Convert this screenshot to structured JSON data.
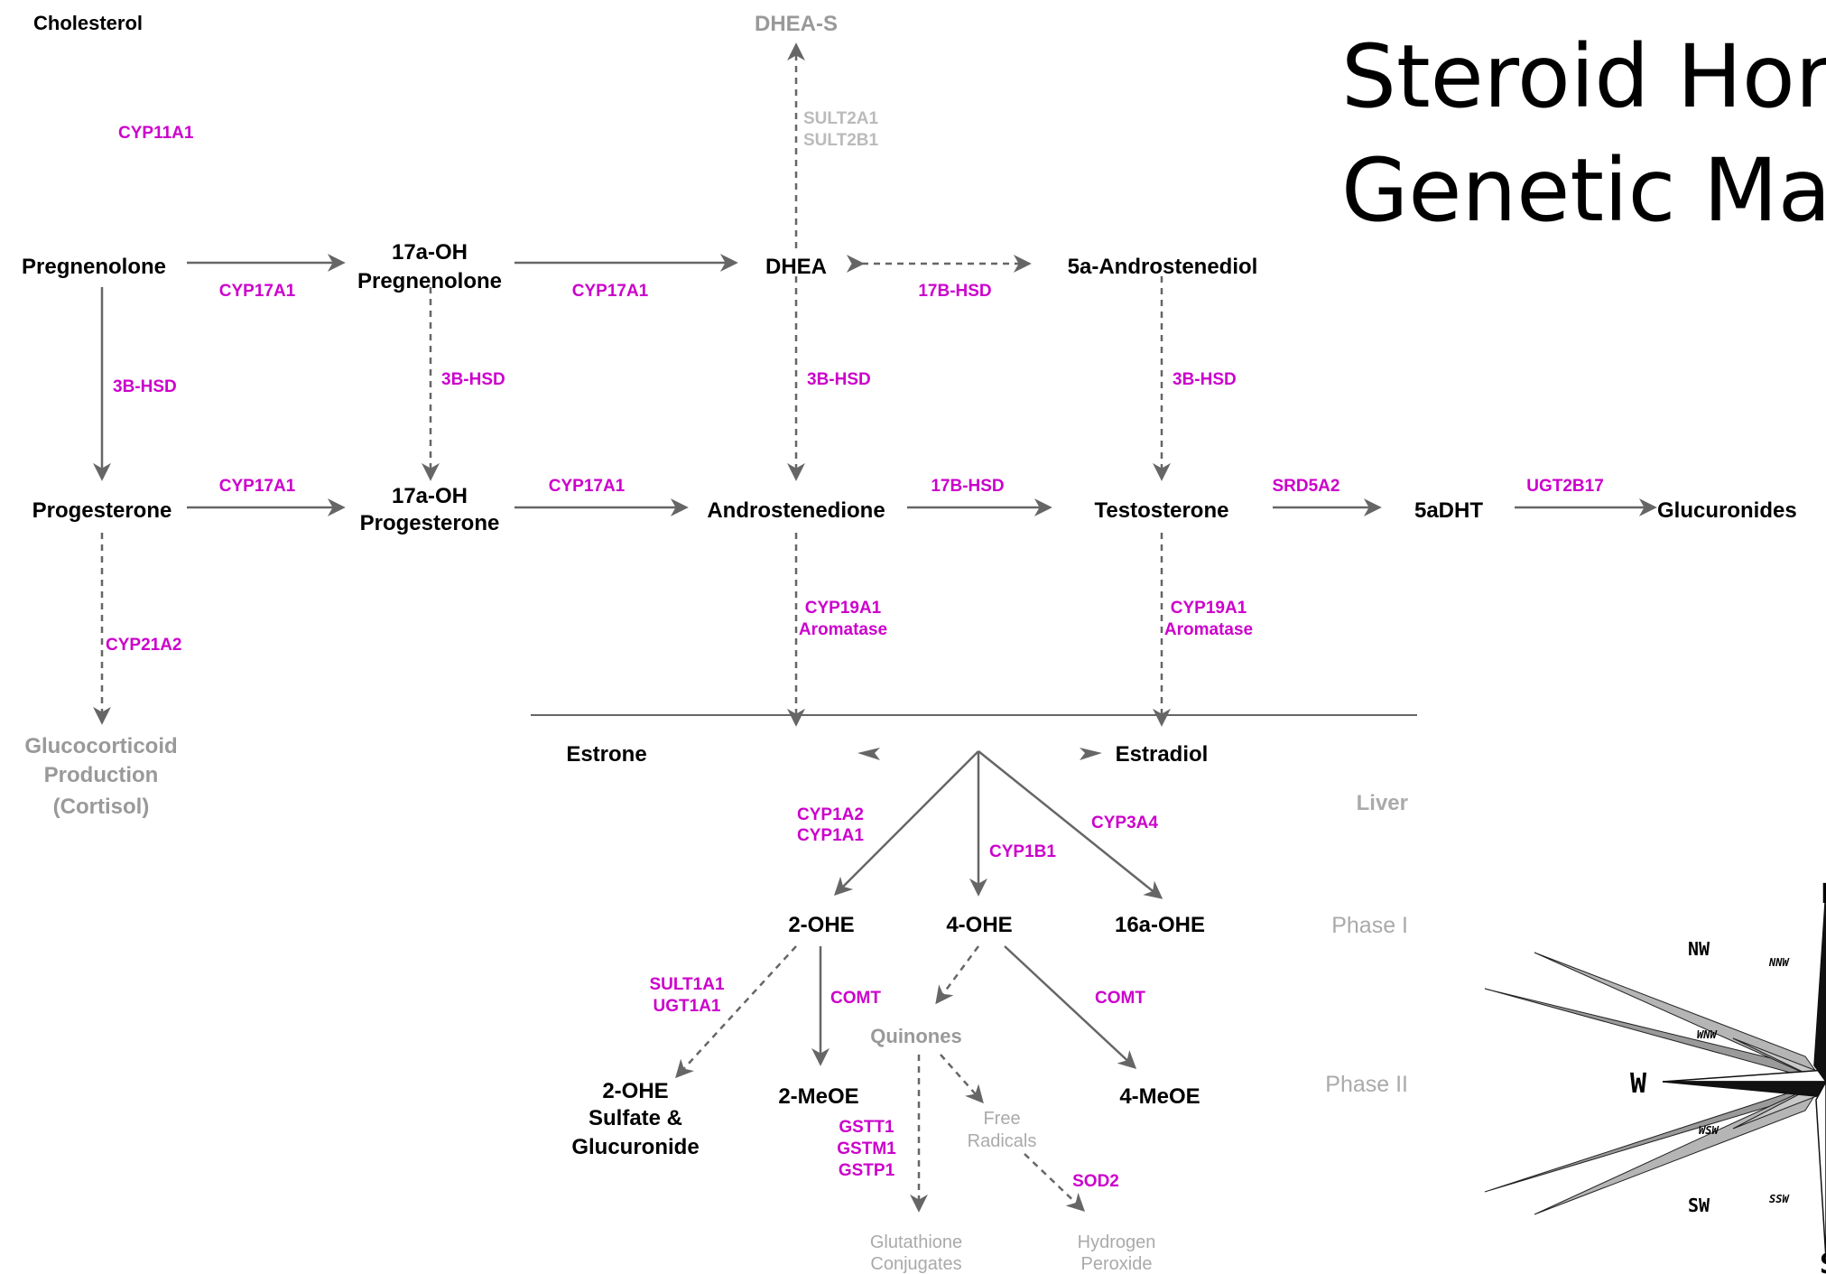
{
  "title": {
    "line1": "Steroid Horn",
    "line2": "Genetic Map"
  },
  "metabolites": {
    "cholesterol": "Cholesterol",
    "dhea_s": "DHEA-S",
    "pregnenolone": "Pregnenolone",
    "oh17_preg_l1": "17a-OH",
    "oh17_preg_l2": "Pregnenolone",
    "dhea": "DHEA",
    "androstenediol": "5a-Androstenediol",
    "progesterone": "Progesterone",
    "oh17_prog_l1": "17a-OH",
    "oh17_prog_l2": "Progesterone",
    "androstenedione": "Androstenedione",
    "testosterone": "Testosterone",
    "dht": "5aDHT",
    "glucuronides": "Glucuronides",
    "gluco_l1": "Glucocorticoid",
    "gluco_l2": "Production",
    "gluco_l3": "(Cortisol)",
    "estrone": "Estrone",
    "estradiol": "Estradiol",
    "ohe2": "2-OHE",
    "ohe4": "4-OHE",
    "ohe16": "16a-OHE",
    "ohe2_sulf_l1": "2-OHE",
    "ohe2_sulf_l2": "Sulfate &",
    "ohe2_sulf_l3": "Glucuronide",
    "meoe2": "2-MeOE",
    "meoe4": "4-MeOE",
    "quinones": "Quinones",
    "free_radicals_l1": "Free",
    "free_radicals_l2": "Radicals",
    "glutathione_l1": "Glutathione",
    "glutathione_l2": "Conjugates",
    "hperox_l1": "Hydrogen",
    "hperox_l2": "Peroxide"
  },
  "enzymes": {
    "cyp11a1": "CYP11A1",
    "sult2a1": "SULT2A1",
    "sult2b1": "SULT2B1",
    "cyp17a1_a": "CYP17A1",
    "cyp17a1_b": "CYP17A1",
    "cyp17a1_c": "CYP17A1",
    "cyp17a1_d": "CYP17A1",
    "hsd17b_a": "17B-HSD",
    "hsd17b_b": "17B-HSD",
    "hsd3b_a": "3B-HSD",
    "hsd3b_b": "3B-HSD",
    "hsd3b_c": "3B-HSD",
    "hsd3b_d": "3B-HSD",
    "srd5a2": "SRD5A2",
    "ugt2b17": "UGT2B17",
    "cyp21a2": "CYP21A2",
    "cyp19a1_a": "CYP19A1",
    "aromatase_a": "Aromatase",
    "cyp19a1_b": "CYP19A1",
    "aromatase_b": "Aromatase",
    "cyp1a2": "CYP1A2",
    "cyp1a1": "CYP1A1",
    "cyp1b1": "CYP1B1",
    "cyp3a4": "CYP3A4",
    "sult1a1": "SULT1A1",
    "ugt1a1": "UGT1A1",
    "comt_a": "COMT",
    "comt_b": "COMT",
    "gstt1": "GSTT1",
    "gstm1": "GSTM1",
    "gstp1": "GSTP1",
    "sod2": "SOD2"
  },
  "phases": {
    "liver": "Liver",
    "phase1": "Phase I",
    "phase2": "Phase II"
  },
  "compass": {
    "n": "N",
    "nw": "NW",
    "nnw": "NNW",
    "wnw": "WNW",
    "w": "W",
    "wsw": "WSW",
    "sw": "SW",
    "ssw": "SSW",
    "s": "S"
  },
  "colors": {
    "enzyme": "#cc00cc",
    "arrow": "#666666",
    "muted": "#aaaaaa"
  }
}
